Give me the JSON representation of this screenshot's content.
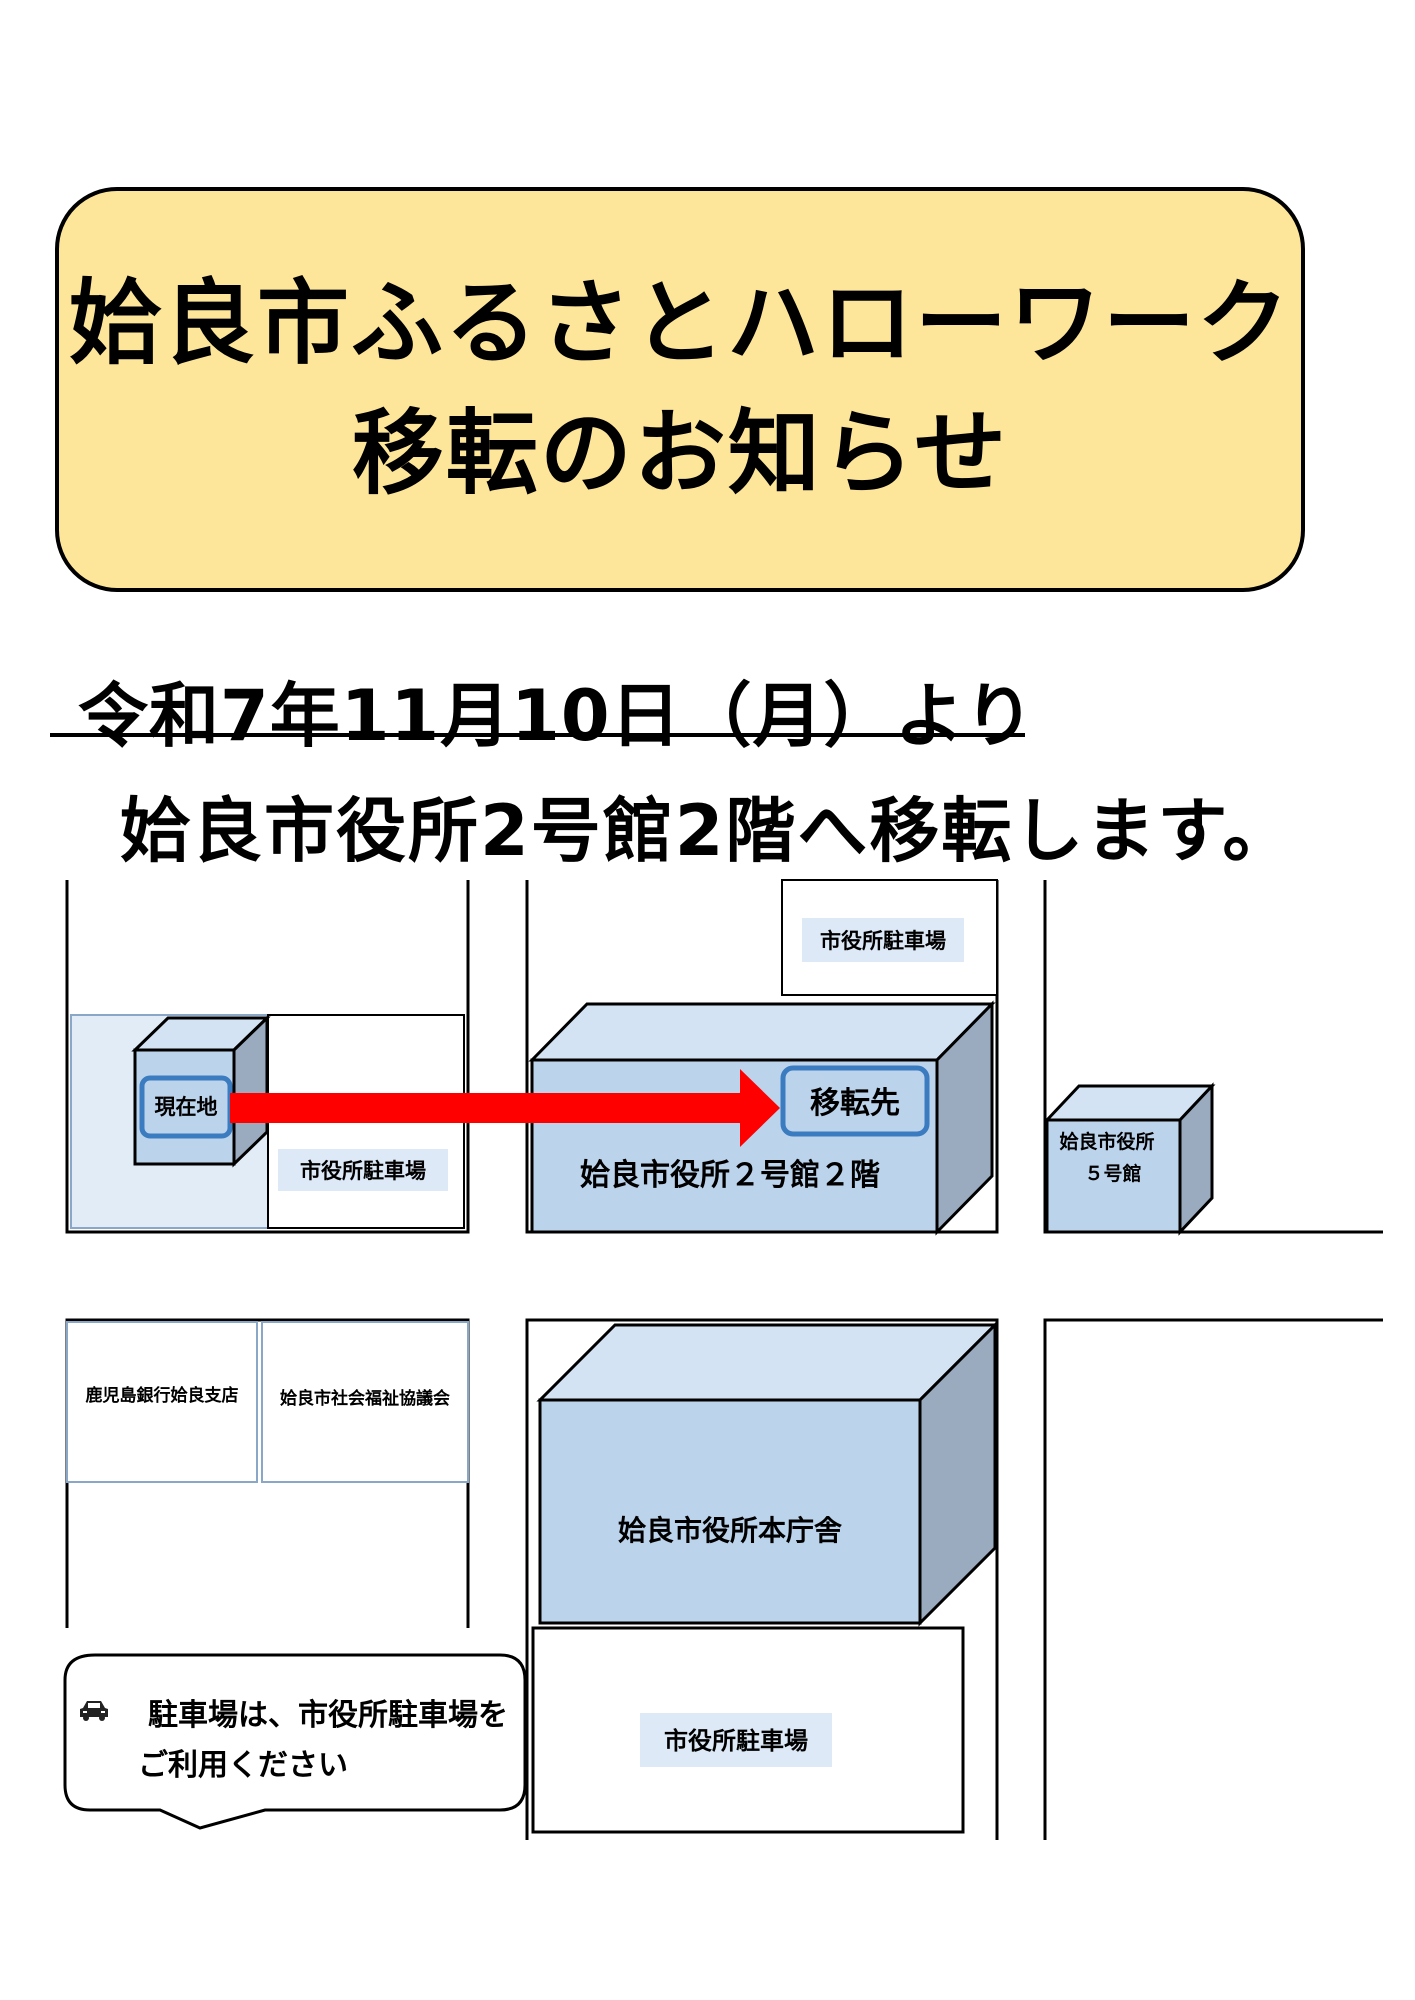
{
  "title": {
    "line1": "姶良市ふるさとハローワーク",
    "line2": "移転のお知らせ"
  },
  "date_text": "令和7年11月10日（月）より",
  "subtitle": "姶良市役所2号館2階へ移転します。",
  "map": {
    "current_location": "現在地",
    "destination": "移転先",
    "parking_top": "市役所駐車場",
    "parking_left": "市役所駐車場",
    "building2": "姶良市役所２号館２階",
    "building5_line1": "姶良市役所",
    "building5_line2": "５号館",
    "bank": "鹿児島銀行姶良支店",
    "welfare": "姶良市社会福祉協議会",
    "main_building": "姶良市役所本庁舎",
    "parking_bottom": "市役所駐車場"
  },
  "note": {
    "icon": "car-icon",
    "line1": "駐車場は、市役所駐車場を",
    "line2": "ご利用ください"
  },
  "colors": {
    "title_bg": "#fde699",
    "building_front": "#bcd3ec",
    "building_top": "#d3e3f4",
    "building_side": "#9aabbf",
    "label_bg": "#dde9f7",
    "arrow": "#ff0000"
  }
}
